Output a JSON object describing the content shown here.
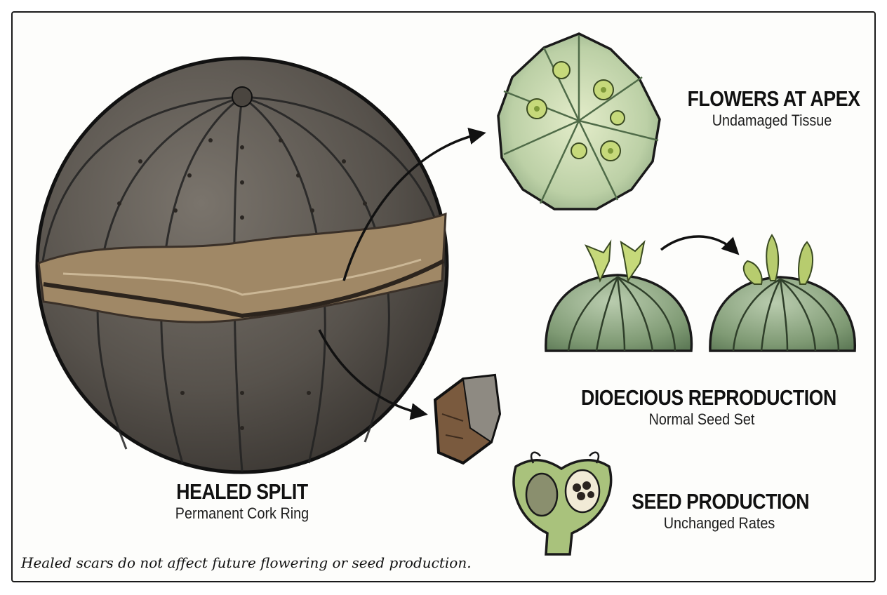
{
  "panels": {
    "healed_split": {
      "title": "HEALED SPLIT",
      "subtitle": "Permanent Cork Ring",
      "icon": "split-cactus-illustration"
    },
    "flowers_apex": {
      "title": "FLOWERS AT APEX",
      "subtitle": "Undamaged Tissue",
      "icon": "cactus-apex-flowers-illustration"
    },
    "dioecious": {
      "title": "DIOECIOUS REPRODUCTION",
      "subtitle": "Normal Seed Set",
      "icon": "male-female-cactus-illustration"
    },
    "seed_production": {
      "title": "SEED PRODUCTION",
      "subtitle": "Unchanged Rates",
      "icon": "seed-capsule-illustration"
    }
  },
  "caption": "Healed scars do not affect future flowering or seed production.",
  "colors": {
    "scar_body": "#5b5650",
    "cork": "#a08866",
    "green_cactus": "#7f9a74",
    "flower": "#c6d97a",
    "outline": "#1a1a1a"
  }
}
